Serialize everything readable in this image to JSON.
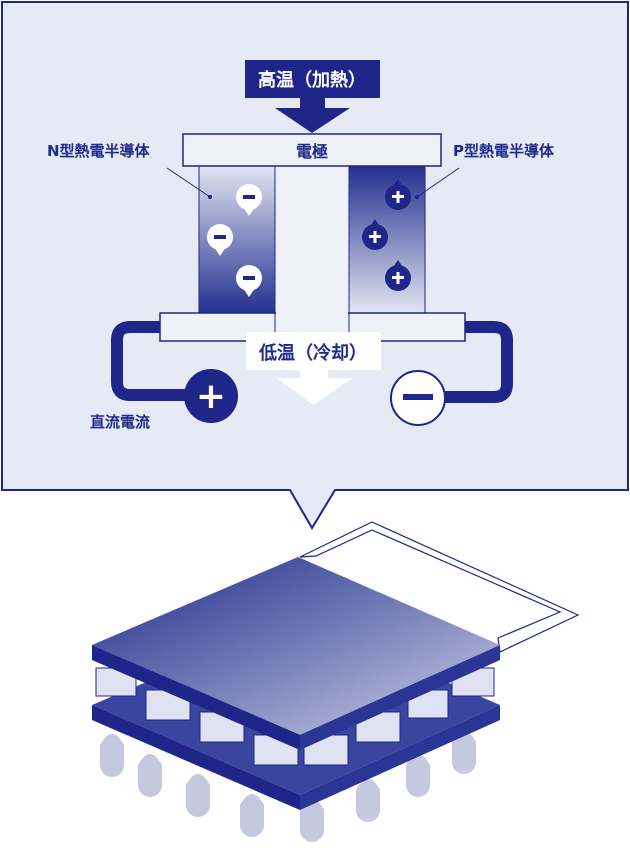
{
  "labels": {
    "heat_input": "高温（加熱）",
    "cooling_output": "低温（冷却）",
    "electrode": "電極",
    "n_type": "N型熱電半導体",
    "p_type": "P型熱電半導体",
    "dc_current": "直流電流",
    "plus_sign": "+",
    "minus_sign": "−"
  },
  "colors": {
    "navy": "#1f2589",
    "panel_bg": "#e6eaf4",
    "flame": "#c5c9df"
  }
}
